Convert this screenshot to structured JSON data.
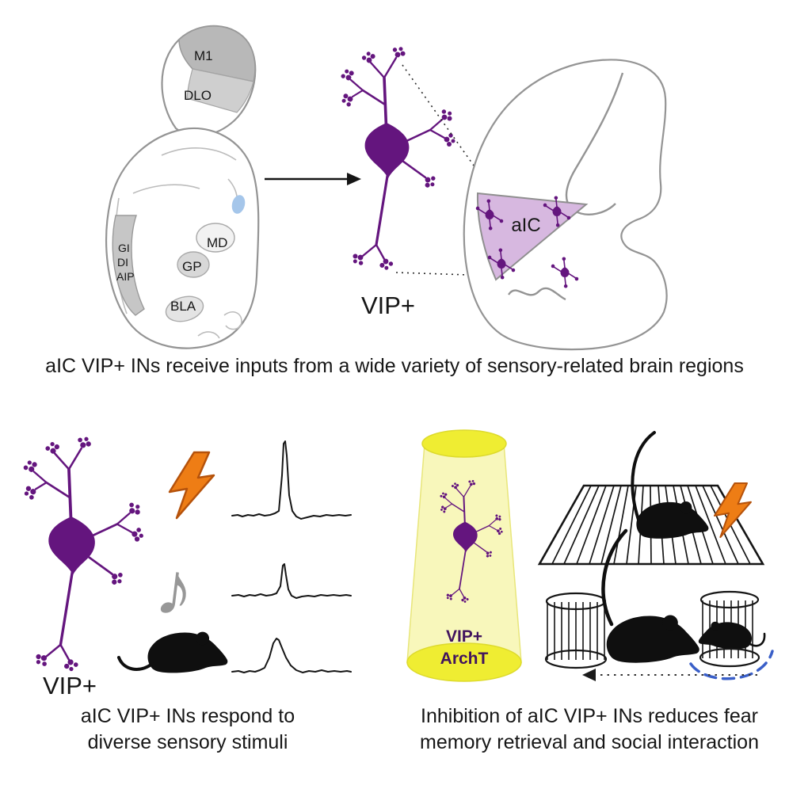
{
  "colors": {
    "neuron_purple": "#64157e",
    "aic_light_purple": "#d7b8e0",
    "bolt_orange": "#ee7d15",
    "cone_yellow_bright": "#efed32",
    "cone_yellow_pale": "#f7f6b4",
    "outline_gray": "#949494",
    "approach_arc_blue": "#3a5fc8",
    "ventricle_blue": "#a5c6ea"
  },
  "icons": {
    "lightning_bolt": "zigzag-bolt-shape",
    "music_note": "♪",
    "mouse_silhouette": "black-mouse-path",
    "neuron": "purple-interneuron-drawing",
    "light_cone": "yellow-light-cone"
  },
  "top_panel": {
    "coronal_labels": {
      "m1": "M1",
      "dlo": "DLO",
      "gi": "GI",
      "di": "DI",
      "aip": "AIP",
      "md": "MD",
      "gp": "GP",
      "bla": "BLA"
    },
    "neuron_label": "VIP+",
    "aic_region_label": "aIC",
    "caption": "aIC VIP+ INs receive inputs from a wide variety of sensory-related brain regions"
  },
  "bottom_left_panel": {
    "neuron_label": "VIP+",
    "caption_line1": "aIC VIP+ INs respond to",
    "caption_line2": "diverse sensory stimuli"
  },
  "bottom_right_panel": {
    "cone_label_line1": "VIP+",
    "cone_label_line2": "ArchT",
    "caption_line1": "Inhibition of aIC VIP+ INs reduces fear",
    "caption_line2": "memory retrieval and social interaction"
  }
}
